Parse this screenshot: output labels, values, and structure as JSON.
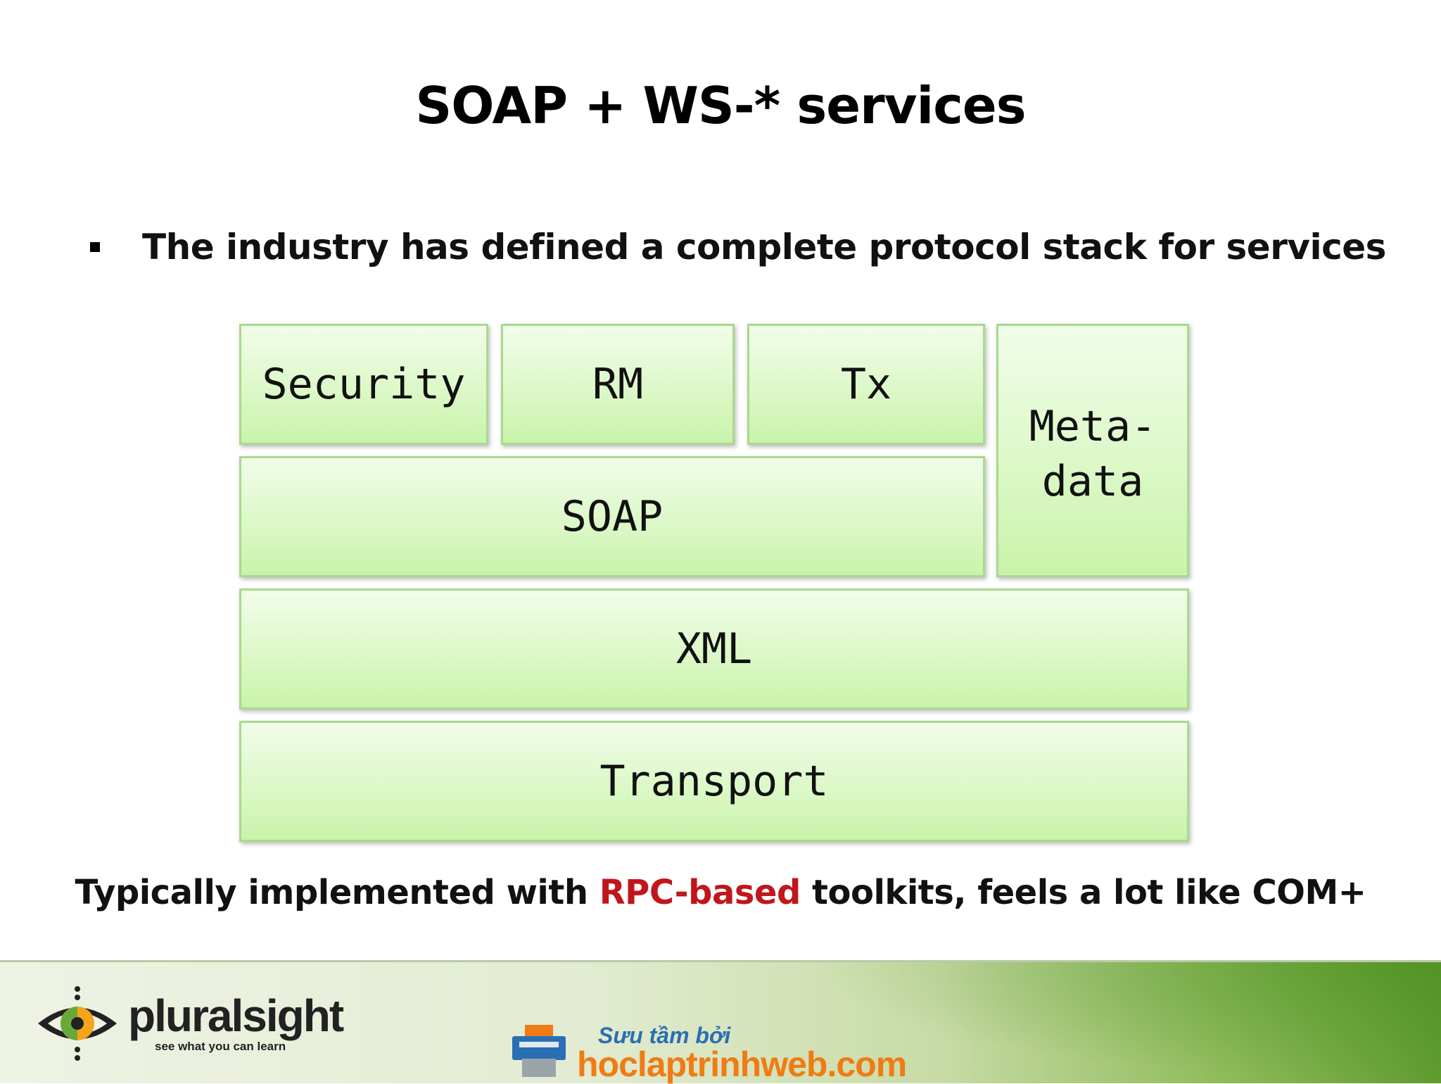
{
  "slide": {
    "title": "SOAP + WS-* services",
    "bullet": "The industry has defined a complete protocol stack for services"
  },
  "stack": {
    "security": "Security",
    "rm": "RM",
    "tx": "Tx",
    "metadata_line1": "Meta-",
    "metadata_line2": "data",
    "soap": "SOAP",
    "xml": "XML",
    "transport": "Transport"
  },
  "caption": {
    "before": "Typically implemented with ",
    "highlight": "RPC-based",
    "after": " toolkits, feels a lot like COM+",
    "highlight_color": "#c0161c"
  },
  "footer": {
    "logo_name": "pluralsight",
    "logo_tagline": "see what you can learn",
    "watermark_top": "Sưu tầm bởi",
    "watermark_bottom": "hoclaptrinhweb.com"
  },
  "colors": {
    "block_fill": "#dcf8c8",
    "block_border": "#a9d98e",
    "logo_orange": "#f5a51c",
    "watermark_blue": "#2a6fb3",
    "watermark_orange": "#f07b14"
  },
  "icons": [
    "bullet-square-icon",
    "eye-logo-icon",
    "printer-logo-icon"
  ]
}
